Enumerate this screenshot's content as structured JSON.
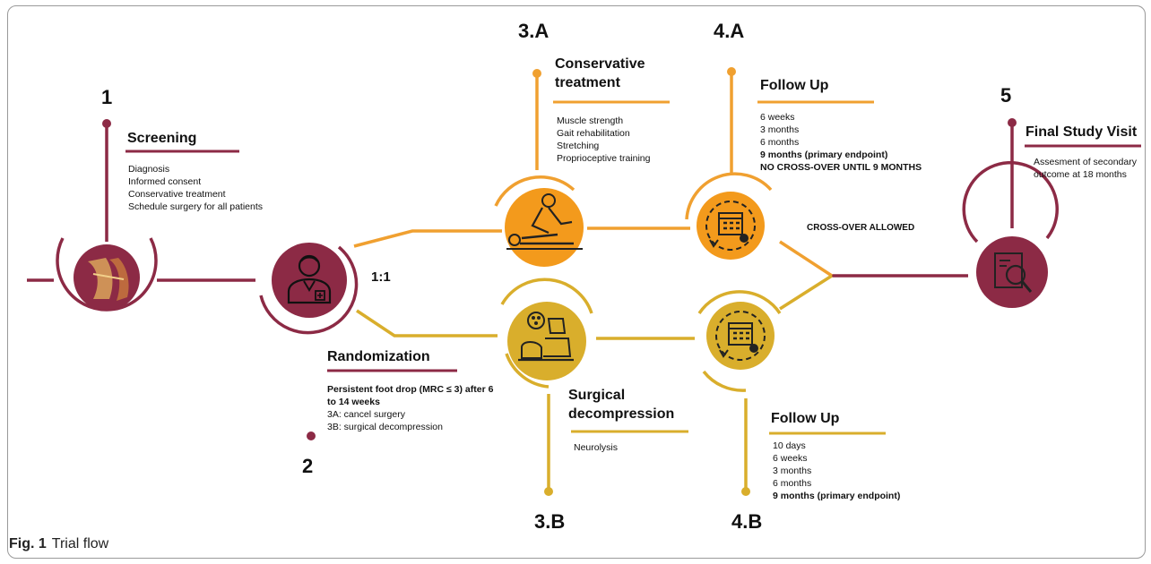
{
  "steps": {
    "s1": {
      "num": "1",
      "title": "Screening",
      "items": [
        "Diagnosis",
        "Informed consent",
        "Conservative treatment",
        "Schedule surgery for all patients"
      ]
    },
    "s2": {
      "num": "2",
      "title": "Randomization",
      "ratio": "1:1",
      "items": [
        "Persistent foot drop (MRC ≤ 3) after 6",
        "to 14 weeks",
        "3A: cancel surgery",
        "3B: surgical decompression"
      ]
    },
    "s3a": {
      "num": "3.A",
      "title_line1": "Conservative",
      "title_line2": "treatment",
      "items": [
        "Muscle strength",
        "Gait rehabilitation",
        "Stretching",
        "Proprioceptive training"
      ]
    },
    "s3b": {
      "num": "3.B",
      "title_line1": "Surgical",
      "title_line2": "decompression",
      "items": [
        "Neurolysis"
      ]
    },
    "s4a": {
      "num": "4.A",
      "title": "Follow Up",
      "items": [
        "6 weeks",
        "3 months",
        "6 months",
        "9 months (primary endpoint)",
        "NO CROSS-OVER UNTIL 9 MONTHS"
      ]
    },
    "s4b": {
      "num": "4.B",
      "title": "Follow Up",
      "items": [
        "10 days",
        "6 weeks",
        "3 months",
        "6 months",
        "9 months (primary endpoint)"
      ]
    },
    "s5": {
      "num": "5",
      "title": "Final Study Visit",
      "items": [
        "Assesment of secondary",
        "outcome at 18 months"
      ]
    }
  },
  "crossover": "CROSS-OVER ALLOWED",
  "caption": {
    "label": "Fig. 1",
    "text": "Trial flow"
  },
  "colors": {
    "maroon": "#8c2a45",
    "orange": "#f0a030",
    "gold": "#d9ae2c",
    "textDark": "#111111"
  },
  "icons": [
    "knee-icon",
    "doctor-icon",
    "massage-therapy-icon",
    "surgeon-icon",
    "calendar-clock-icon",
    "report-magnifier-icon"
  ]
}
